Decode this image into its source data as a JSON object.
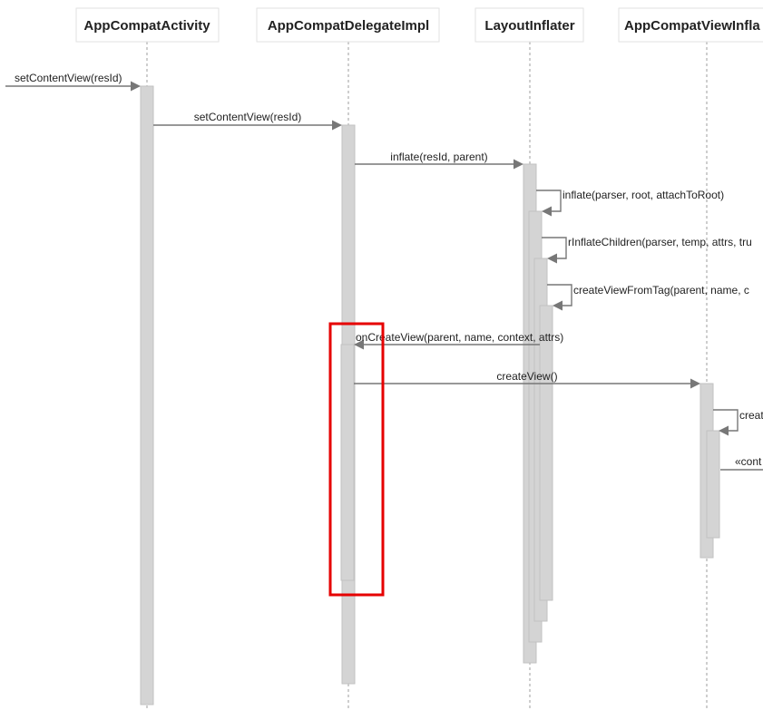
{
  "diagram": {
    "type": "sequence-diagram",
    "colors": {
      "activation_fill": "#d4d4d4",
      "arrow": "#777777",
      "highlight": "#e60000"
    },
    "lifelines": [
      {
        "name": "AppCompatActivity"
      },
      {
        "name": "AppCompatDelegateImpl"
      },
      {
        "name": "LayoutInflater"
      },
      {
        "name": "AppCompatViewInfla"
      }
    ],
    "messages": [
      {
        "label": "setContentView(resId)"
      },
      {
        "label": "setContentView(resId)"
      },
      {
        "label": "inflate(resId, parent)"
      },
      {
        "label": "inflate(parser, root, attachToRoot)"
      },
      {
        "label": "rInflateChildren(parser, temp, attrs, tru"
      },
      {
        "label": "createViewFromTag(parent, name, c"
      },
      {
        "label": "onCreateView(parent, name, context, attrs)"
      },
      {
        "label": "createView()"
      },
      {
        "label": "creat"
      },
      {
        "label": "«cont"
      }
    ]
  }
}
